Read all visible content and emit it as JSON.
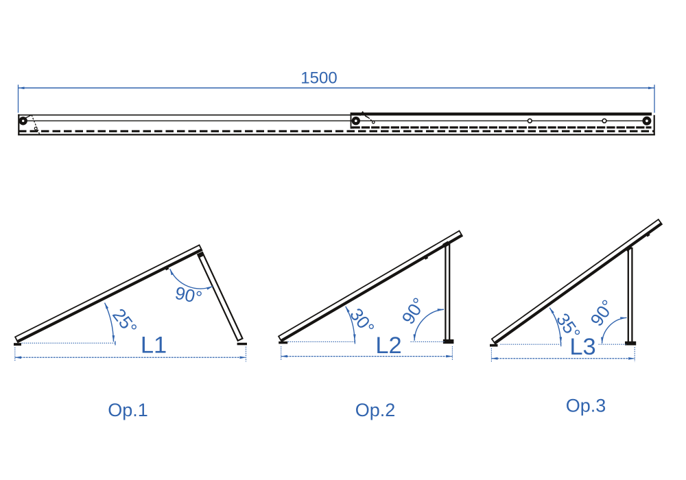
{
  "drawing": {
    "overall_dimension": {
      "value": "1500"
    },
    "options": [
      {
        "label": "Op.1",
        "tilt_angle": "25°",
        "corner_angle": "90°",
        "base_length": "L1"
      },
      {
        "label": "Op.2",
        "tilt_angle": "30°",
        "corner_angle": "90°",
        "base_length": "L2"
      },
      {
        "label": "Op.3",
        "tilt_angle": "35°",
        "corner_angle": "90°",
        "base_length": "L3"
      }
    ]
  },
  "colors": {
    "dimension_blue": "#3164ae",
    "ink_black": "#161412",
    "background": "#ffffff"
  }
}
